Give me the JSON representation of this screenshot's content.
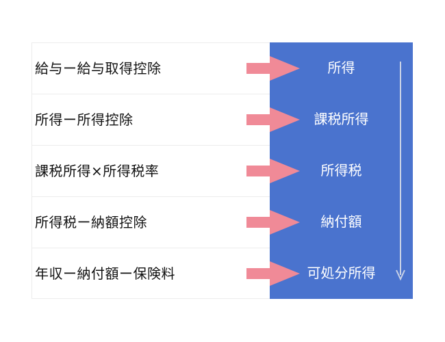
{
  "colors": {
    "panel": "#4a73ce",
    "arrow": "#f08a97",
    "flow_arrow": "#c9d2e6",
    "divider": "#ececec"
  },
  "steps": [
    {
      "formula": "給与ー給与取得控除",
      "result": "所得"
    },
    {
      "formula": "所得ー所得控除",
      "result": "課税所得"
    },
    {
      "formula": "課税所得×所得税率",
      "result": "所得税"
    },
    {
      "formula": "所得税ー納額控除",
      "result": "納付額"
    },
    {
      "formula": "年収ー納付額ー保険料",
      "result": "可処分所得"
    }
  ]
}
